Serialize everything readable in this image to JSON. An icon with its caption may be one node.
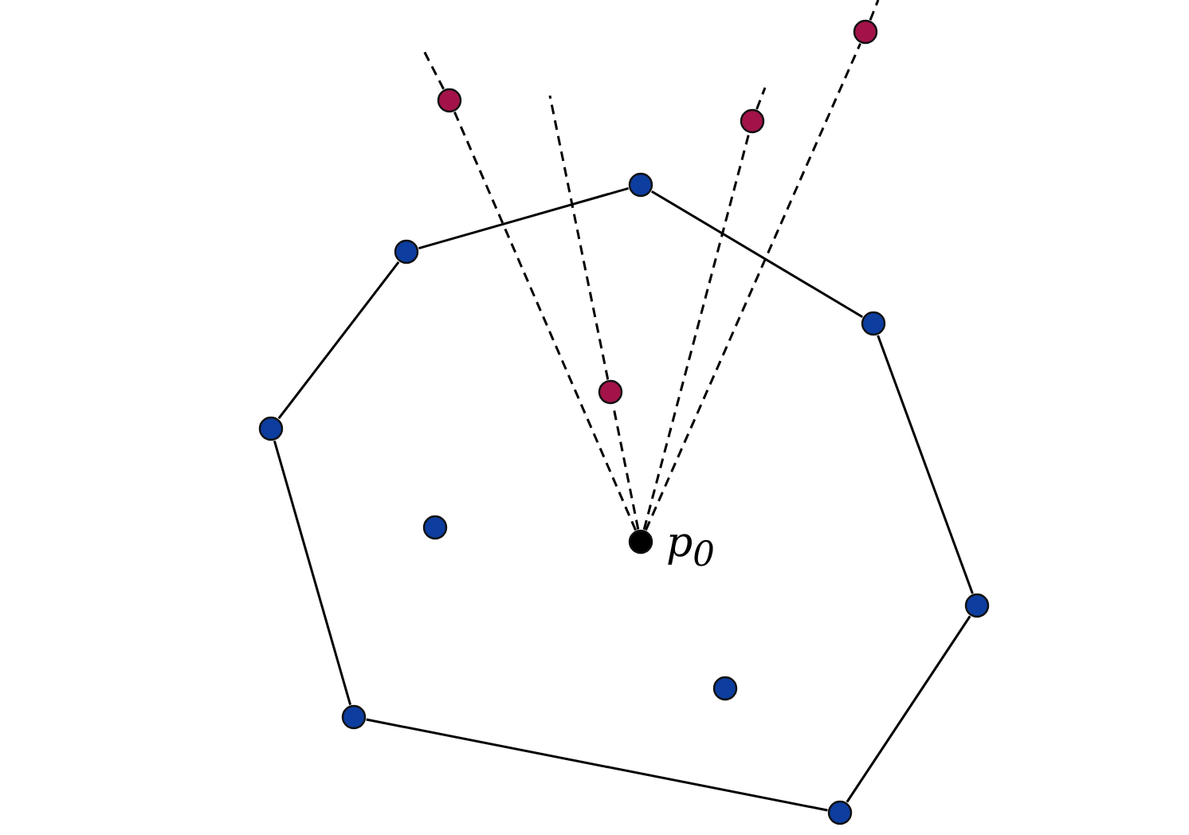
{
  "diagram": {
    "nodes": [
      {
        "text": [],
        "shape": "circle"
      },
      {
        "text": [],
        "shape": "circle"
      },
      {
        "text": [],
        "shape": "circle"
      },
      {
        "text": [],
        "shape": "circle"
      },
      {
        "text": [],
        "shape": "circle"
      },
      {
        "text": [],
        "shape": "circle"
      },
      {
        "text": [],
        "shape": "circle"
      },
      {
        "text": [],
        "shape": "circle"
      },
      {
        "text": [],
        "shape": "circle"
      },
      {
        "text": [],
        "shape": "circle",
        "beside": [
          "p$_{0}$"
        ]
      },
      {
        "text": [],
        "shape": "circle"
      },
      {
        "text": [],
        "shape": "circle"
      },
      {
        "text": [],
        "shape": "circle"
      },
      {
        "text": [],
        "shape": "circle"
      }
    ],
    "edges": [
      {
        "from": 4,
        "to": 3,
        "arrow": "none"
      },
      {
        "from": 3,
        "to": 5,
        "arrow": "none"
      },
      {
        "from": 5,
        "to": 10,
        "arrow": "none"
      },
      {
        "from": 10,
        "to": 13,
        "arrow": "none"
      },
      {
        "from": 13,
        "to": 12,
        "arrow": "none"
      },
      {
        "from": 12,
        "to": 7,
        "arrow": "none"
      },
      {
        "from": 7,
        "to": 4,
        "arrow": "none"
      },
      {
        "from": 9,
        "to": 1,
        "arrow": "none",
        "style": "dashed"
      },
      {
        "from": 1,
        "to": null,
        "arrow": "none",
        "style": "dashed"
      },
      {
        "from": 9,
        "to": 6,
        "arrow": "none",
        "style": "dashed"
      },
      {
        "from": 6,
        "to": null,
        "arrow": "none",
        "style": "dashed"
      },
      {
        "from": 9,
        "to": 2,
        "arrow": "none",
        "style": "dashed"
      },
      {
        "from": 2,
        "to": null,
        "arrow": "none",
        "style": "dashed"
      },
      {
        "from": 9,
        "to": 0,
        "arrow": "none",
        "style": "dashed"
      },
      {
        "from": 0,
        "to": null,
        "arrow": "none",
        "style": "dashed"
      }
    ]
  }
}
